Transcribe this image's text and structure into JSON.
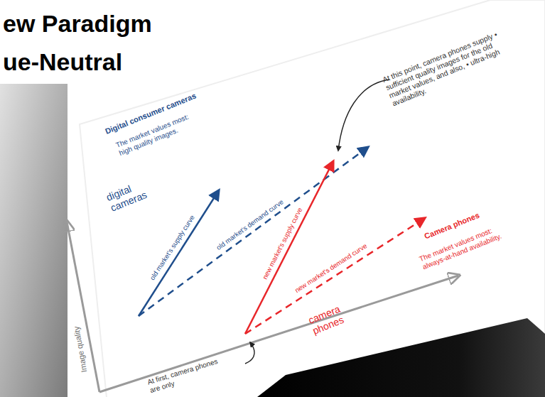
{
  "diagram": {
    "title": "ew Paradigm ue-Neutral",
    "labels": [
      "At this point, camera phones supply • sufficient quality images for the old market values, and also, • ultra-high availability.",
      "Digital consumer cameras",
      "The market values most: high quality images.",
      "digital cameras",
      "old market's supply curve",
      "old market's demand curve",
      "new market's supply curve",
      "new market's demand curve",
      "Camera phones",
      "The market values most: always-at-hand availability.",
      "camera phones",
      "Image quality",
      "At first, camera phones are only"
    ]
  }
}
